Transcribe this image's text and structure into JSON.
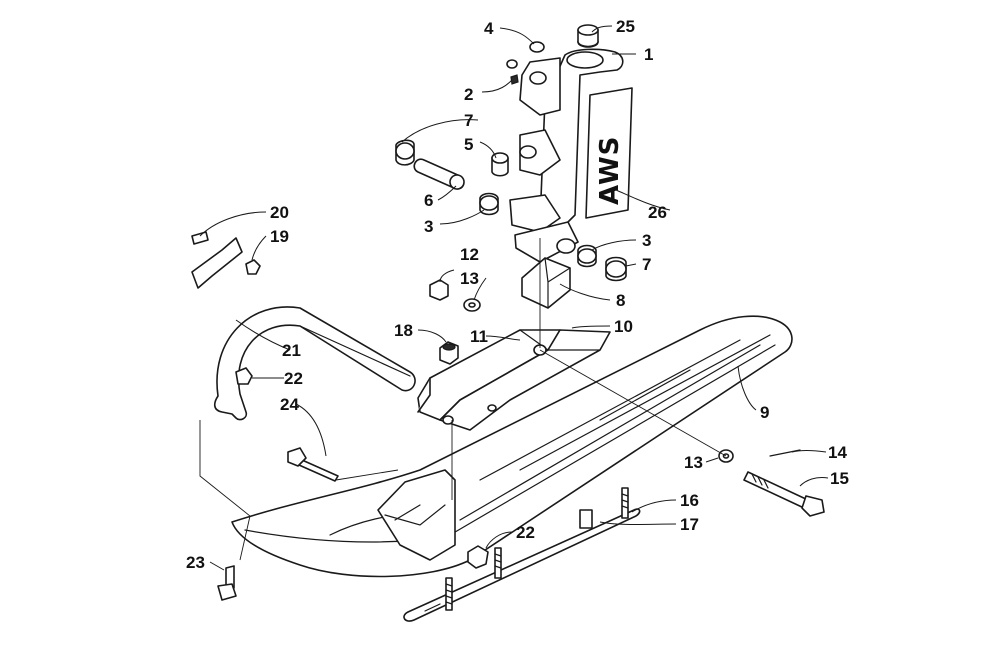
{
  "diagram": {
    "decal_text": "AWS",
    "callouts": [
      {
        "id": "c25",
        "label": "25"
      },
      {
        "id": "c4",
        "label": "4"
      },
      {
        "id": "c1",
        "label": "1"
      },
      {
        "id": "c2",
        "label": "2"
      },
      {
        "id": "c7a",
        "label": "7"
      },
      {
        "id": "c5",
        "label": "5"
      },
      {
        "id": "c6",
        "label": "6"
      },
      {
        "id": "c3a",
        "label": "3"
      },
      {
        "id": "c26",
        "label": "26"
      },
      {
        "id": "c20",
        "label": "20"
      },
      {
        "id": "c19",
        "label": "19"
      },
      {
        "id": "c3b",
        "label": "3"
      },
      {
        "id": "c7b",
        "label": "7"
      },
      {
        "id": "c12",
        "label": "12"
      },
      {
        "id": "c13a",
        "label": "13"
      },
      {
        "id": "c8",
        "label": "8"
      },
      {
        "id": "c18",
        "label": "18"
      },
      {
        "id": "c11",
        "label": "11"
      },
      {
        "id": "c10",
        "label": "10"
      },
      {
        "id": "c21",
        "label": "21"
      },
      {
        "id": "c22a",
        "label": "22"
      },
      {
        "id": "c24",
        "label": "24"
      },
      {
        "id": "c9",
        "label": "9"
      },
      {
        "id": "c14",
        "label": "14"
      },
      {
        "id": "c13b",
        "label": "13"
      },
      {
        "id": "c15",
        "label": "15"
      },
      {
        "id": "c16",
        "label": "16"
      },
      {
        "id": "c17",
        "label": "17"
      },
      {
        "id": "c22b",
        "label": "22"
      },
      {
        "id": "c23",
        "label": "23"
      }
    ]
  }
}
